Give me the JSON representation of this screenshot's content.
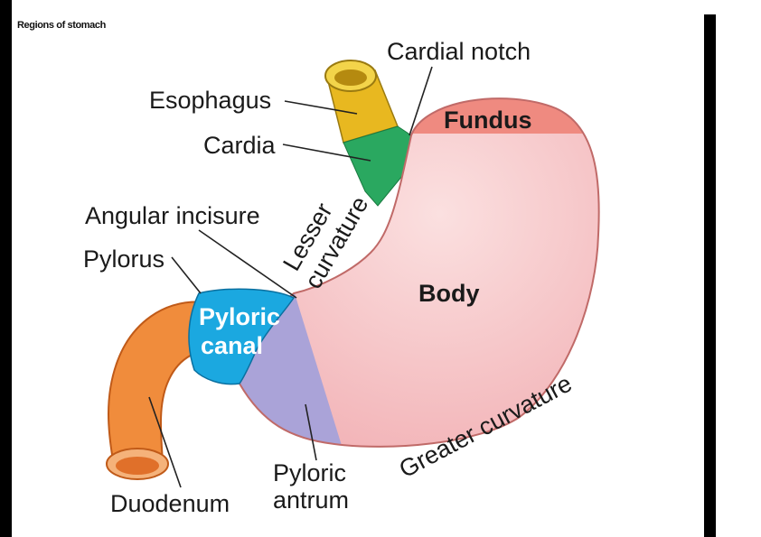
{
  "caption": "Regions of stomach",
  "labels": {
    "cardial_notch": "Cardial notch",
    "esophagus": "Esophagus",
    "cardia": "Cardia",
    "fundus": "Fundus",
    "angular_incisure": "Angular incisure",
    "lesser": "Lesser",
    "curvature": "curvature",
    "pylorus": "Pylorus",
    "pyloric_canal_1": "Pyloric",
    "pyloric_canal_2": "canal",
    "body": "Body",
    "greater_curvature": "Greater curvature",
    "pyloric_antrum_1": "Pyloric",
    "pyloric_antrum_2": "antrum",
    "duodenum": "Duodenum"
  },
  "colors": {
    "esophagus": "#e8b820",
    "cardia": "#2aa860",
    "fundus": "#ef8a80",
    "body": "#f6c2c4",
    "pyloric_canal": "#1ba8e0",
    "pyloric_antrum": "#aaa3d8",
    "duodenum": "#f08c3c",
    "outline": "#c06a68"
  }
}
